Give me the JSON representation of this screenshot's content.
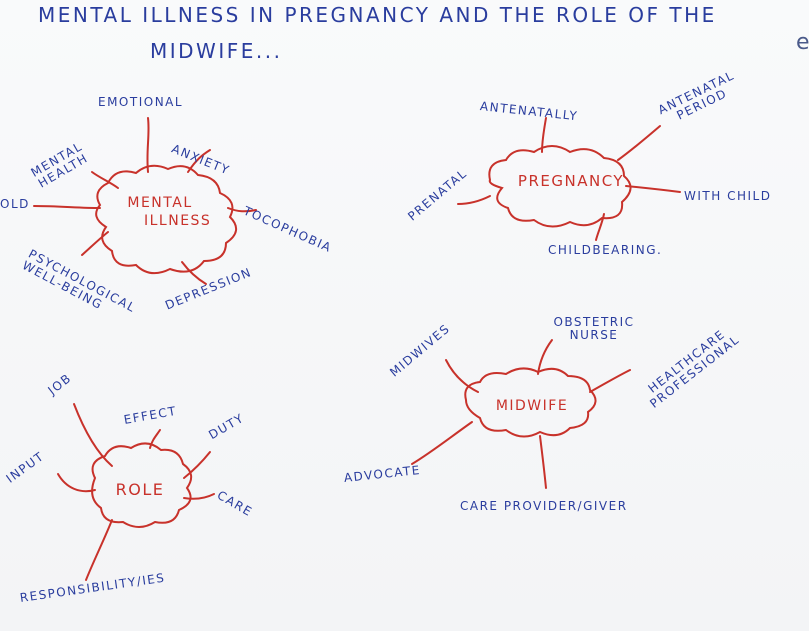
{
  "title": {
    "line1": "Mental illness in pregnancy and the role of the",
    "line2": "midwife..."
  },
  "edge_mark": "e",
  "colors": {
    "ink_blue": "#2a3d9e",
    "ink_red": "#c8322b",
    "paper": "#f6f7f8"
  },
  "maps": {
    "mental_illness": {
      "center_line1": "Mental",
      "center_line2": "illness",
      "branches": [
        "Emotional",
        "Mental health",
        "Anxiety",
        "Old",
        "Tocophobia",
        "Psychological well-being",
        "Depression"
      ]
    },
    "pregnancy": {
      "center": "Pregnancy",
      "branches": [
        "Antenatally",
        "Antenatal period",
        "Prenatal",
        "With child",
        "Childbearing."
      ]
    },
    "role": {
      "center": "Role",
      "branches": [
        "Job",
        "Effect",
        "Duty",
        "Input",
        "Care",
        "Responsibility/ies"
      ]
    },
    "midwife": {
      "center": "Midwife",
      "branches": [
        "Obstetric nurse",
        "Midwives",
        "Healthcare professional",
        "Advocate",
        "Care provider/giver"
      ]
    }
  }
}
